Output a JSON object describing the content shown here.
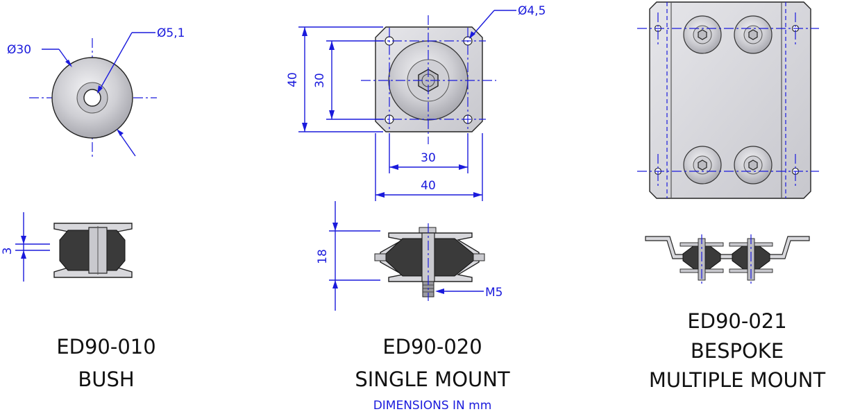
{
  "parts": [
    {
      "code": "ED90-010",
      "name": "BUSH",
      "dims": {
        "outer_dia": "Ø30",
        "hole_dia": "Ø5,1",
        "thickness": "3"
      }
    },
    {
      "code": "ED90-020",
      "name": "SINGLE MOUNT",
      "dims": {
        "hole_dia": "Ø4,5",
        "height_outer": "40",
        "height_inner": "30",
        "width_inner": "30",
        "width_outer": "40",
        "side_height": "18",
        "thread": "M5"
      }
    },
    {
      "code": "ED90-021",
      "name_line1": "BESPOKE",
      "name_line2": "MULTIPLE MOUNT"
    }
  ],
  "footer_note": "DIMENSIONS IN mm",
  "colors": {
    "dimension": "#1a1adc",
    "text": "#111111",
    "part_fill": "#d9d9dc",
    "rubber": "#3a3a3a"
  }
}
